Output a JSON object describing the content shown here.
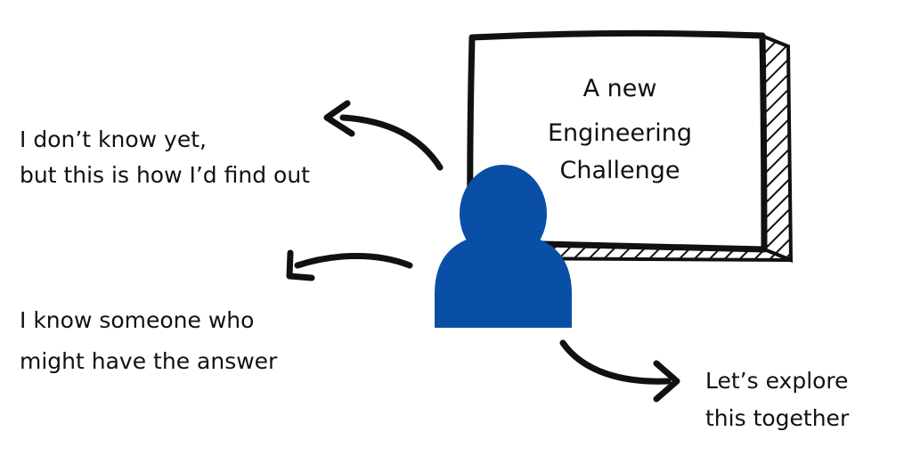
{
  "board": {
    "lines": [
      "A new",
      "Engineering",
      "Challenge"
    ]
  },
  "options": {
    "find_out": {
      "lines": [
        "I don’t know yet,",
        "but this is how I’d find out"
      ]
    },
    "ask_someone": {
      "lines": [
        "I know someone who",
        "might have the answer"
      ]
    },
    "explore": {
      "lines": [
        "Let’s explore",
        "this together"
      ]
    }
  },
  "colors": {
    "person": "#0A4FA6",
    "ink": "#111111",
    "background": "#FFFFFF"
  },
  "icons": {
    "person": "person-silhouette-icon",
    "board": "whiteboard-icon",
    "arrow": "curved-arrow-icon"
  }
}
